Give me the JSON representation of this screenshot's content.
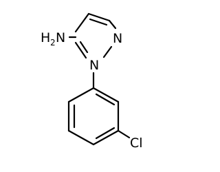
{
  "molecule": {
    "atoms": {
      "amine": {
        "label": "H",
        "subscript": "2",
        "suffix": "N"
      },
      "n1": {
        "label": "N"
      },
      "n2": {
        "label": "N"
      },
      "cl": {
        "label": "Cl"
      }
    }
  }
}
